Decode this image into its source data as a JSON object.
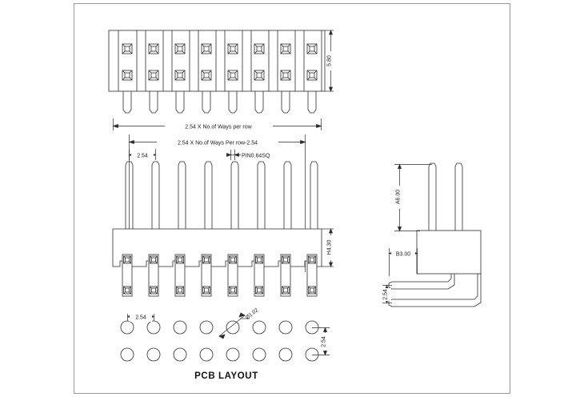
{
  "drawing": {
    "kind": "mechanical-engineering-drawing",
    "title": "PCB LAYOUT",
    "frame": {
      "stroke": "#8a8a8a",
      "background": "#ffffff"
    },
    "line_color": "#2b2b2b",
    "text_color": "#1a1a1a",
    "ways": 8,
    "rows": 2
  },
  "views": {
    "top_view": {
      "name": "top-view",
      "height_dim": "5.80",
      "contact_columns": 8,
      "contact_rows": 2,
      "tails": 8
    },
    "front_view": {
      "name": "front-view",
      "overall_dim": "2.54 X No.of Ways per row",
      "inner_dim": "2.54 X No.of Ways Per row-2.54",
      "pitch_dim": "2.54",
      "pin_note": "PIN0.64SQ",
      "body_height_dim": "H4.30",
      "pins": 8
    },
    "side_view": {
      "name": "side-view",
      "vertical_dim": "A6.00",
      "horizontal_dim": "B3.00",
      "pin_pitch_dim": "2.54",
      "pins_up": 2,
      "pins_out": 2
    },
    "pcb_layout": {
      "name": "pcb-layout-view",
      "label": "PCB LAYOUT",
      "pitch_x_dim": "2.54",
      "pitch_y_dim": "2.54",
      "hole_dim": "Ø1.02",
      "holes_per_row": 8,
      "hole_rows": 2
    }
  },
  "dimension_values": {
    "pitch": "2.54",
    "top_height": "5.80",
    "body_height": "H4.30",
    "side_vertical": "A6.00",
    "side_horizontal": "B3.00",
    "pin_square": "PIN0.64SQ",
    "hole_diameter": "Ø1.02",
    "overall_width": "2.54 X No.of Ways per row",
    "inner_width": "2.54 X No.of Ways Per row-2.54"
  }
}
